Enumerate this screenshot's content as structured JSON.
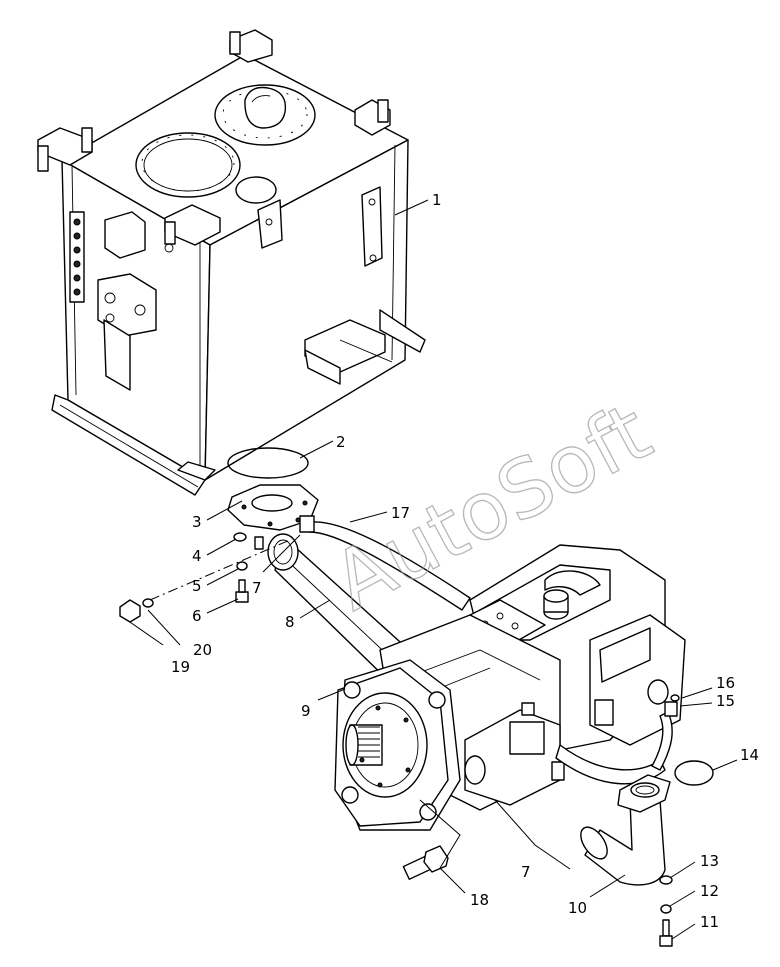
{
  "watermark": "AutoSoft",
  "callouts": [
    {
      "id": "1",
      "label": "1"
    },
    {
      "id": "2",
      "label": "2"
    },
    {
      "id": "3",
      "label": "3"
    },
    {
      "id": "4",
      "label": "4"
    },
    {
      "id": "5",
      "label": "5"
    },
    {
      "id": "6",
      "label": "6"
    },
    {
      "id": "7a",
      "label": "7"
    },
    {
      "id": "8",
      "label": "8"
    },
    {
      "id": "9",
      "label": "9"
    },
    {
      "id": "17",
      "label": "17"
    },
    {
      "id": "20",
      "label": "20"
    },
    {
      "id": "19",
      "label": "19"
    },
    {
      "id": "16",
      "label": "16"
    },
    {
      "id": "15",
      "label": "15"
    },
    {
      "id": "14",
      "label": "14"
    },
    {
      "id": "13",
      "label": "13"
    },
    {
      "id": "7b",
      "label": "7"
    },
    {
      "id": "10",
      "label": "10"
    },
    {
      "id": "12",
      "label": "12"
    },
    {
      "id": "18",
      "label": "18"
    },
    {
      "id": "11",
      "label": "11"
    }
  ],
  "parts": {
    "tank": "hydraulic-tank",
    "pump": "hydraulic-pump",
    "suction_pipe": "suction-pipe",
    "elbow": "elbow-fitting",
    "gasket": "gasket"
  }
}
